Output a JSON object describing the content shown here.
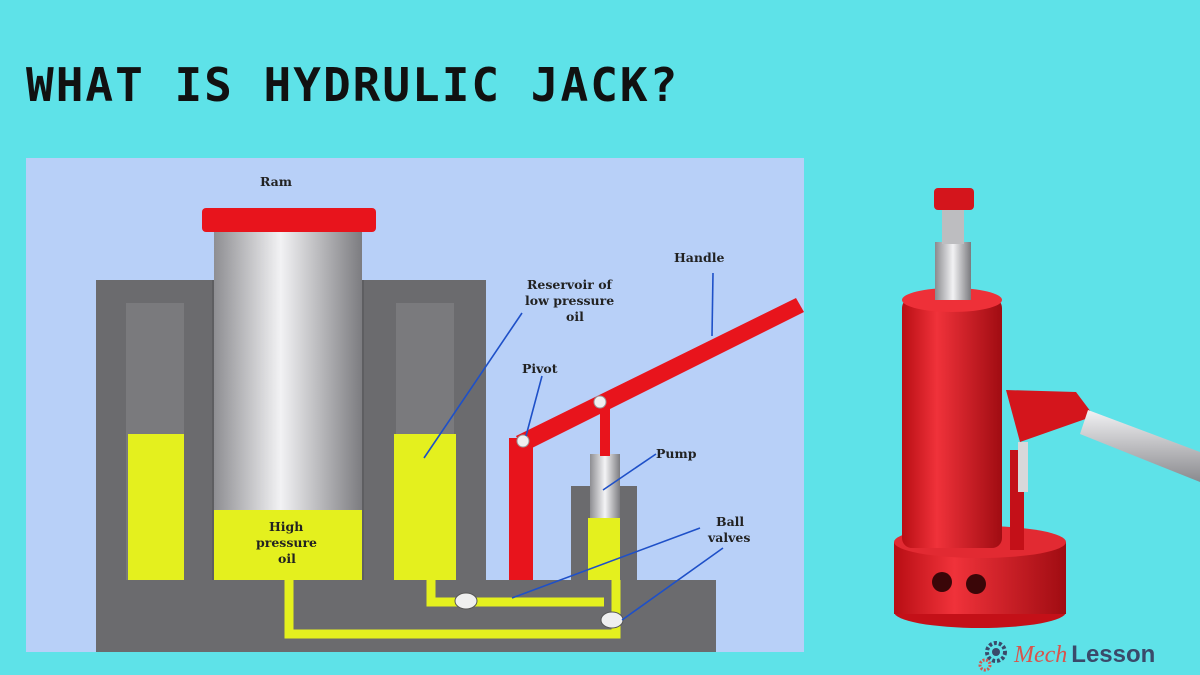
{
  "page": {
    "title": "WHAT IS HYDRULIC JACK?"
  },
  "diagram": {
    "labels": {
      "ram": "Ram",
      "handle": "Handle",
      "reservoir_1": "Reservoir of",
      "reservoir_2": "low pressure",
      "reservoir_3": "oil",
      "pivot": "Pivot",
      "pump": "Pump",
      "ball_1": "Ball",
      "ball_2": "valves",
      "hp_1": "High",
      "hp_2": "pressure",
      "hp_3": "oil"
    },
    "colors": {
      "background": "#b8d0f8",
      "body": "#6b6b6e",
      "oil": "#e4f01e",
      "handle": "#e8141c",
      "ram": "#c8c8cc"
    }
  },
  "logo": {
    "part_a": "Mech",
    "part_b": "Lesson"
  }
}
